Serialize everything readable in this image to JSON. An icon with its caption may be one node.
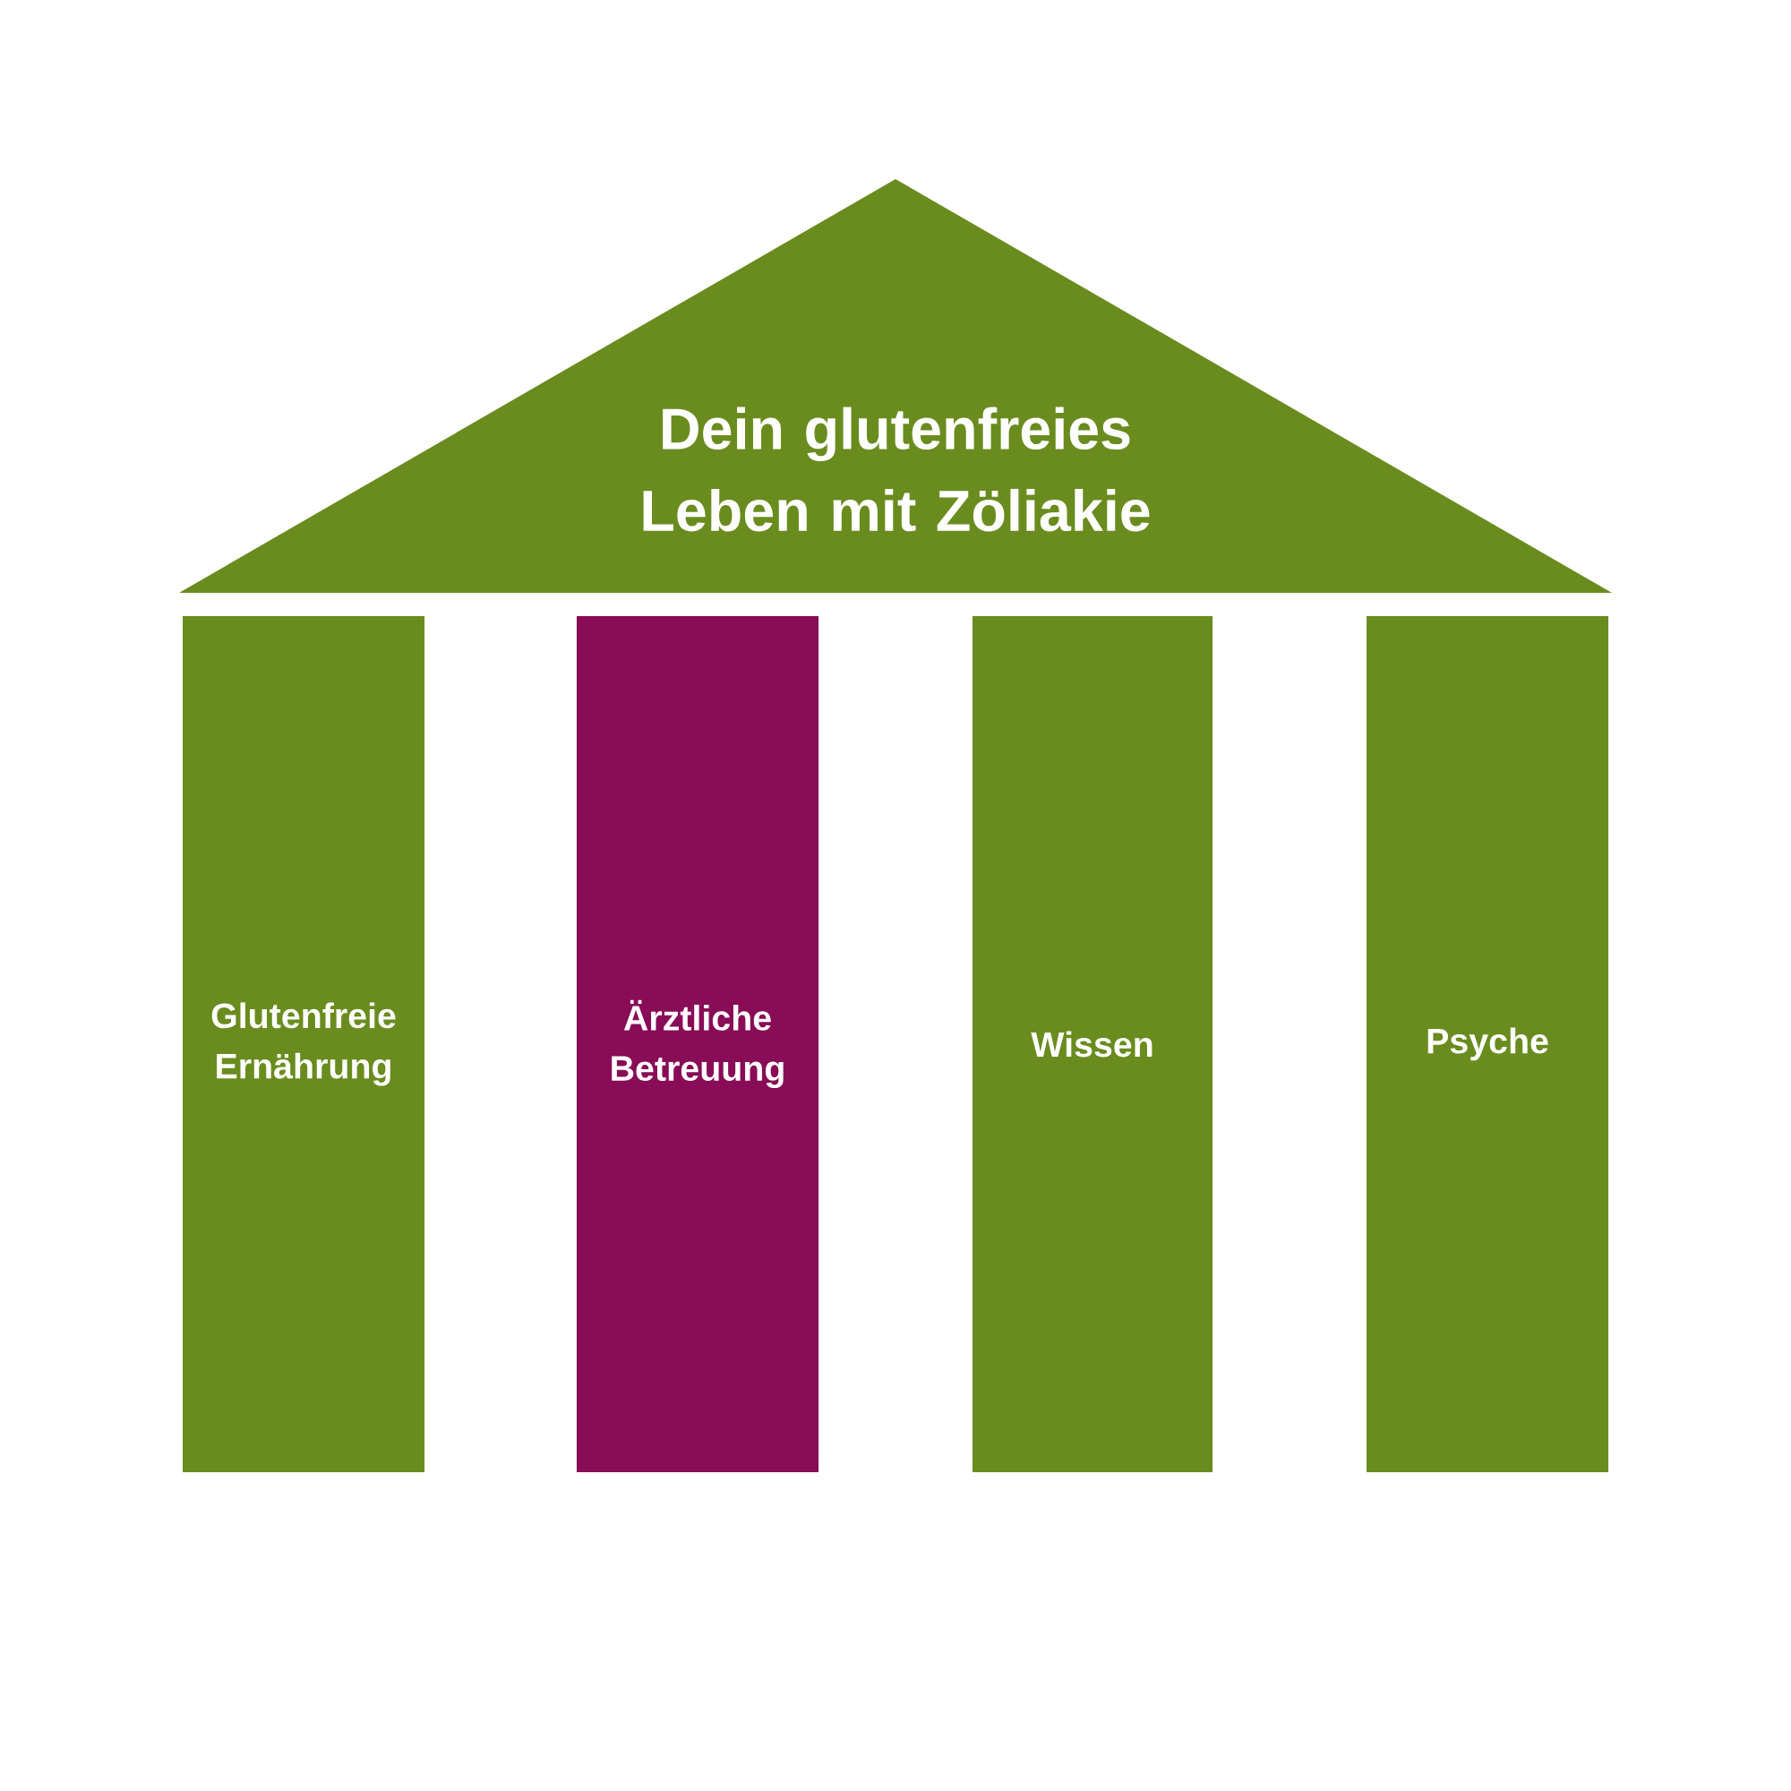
{
  "diagram": {
    "nodes": [
      {
        "text": [
          "Dein glutenfreies Leben mit Zöliakie"
        ]
      },
      {
        "text": [
          "Glutenfreie Ernährung"
        ]
      },
      {
        "text": [
          "Ärztliche Betreuung"
        ]
      },
      {
        "text": [
          "Wissen"
        ]
      },
      {
        "text": [
          "Psyche"
        ]
      }
    ]
  }
}
